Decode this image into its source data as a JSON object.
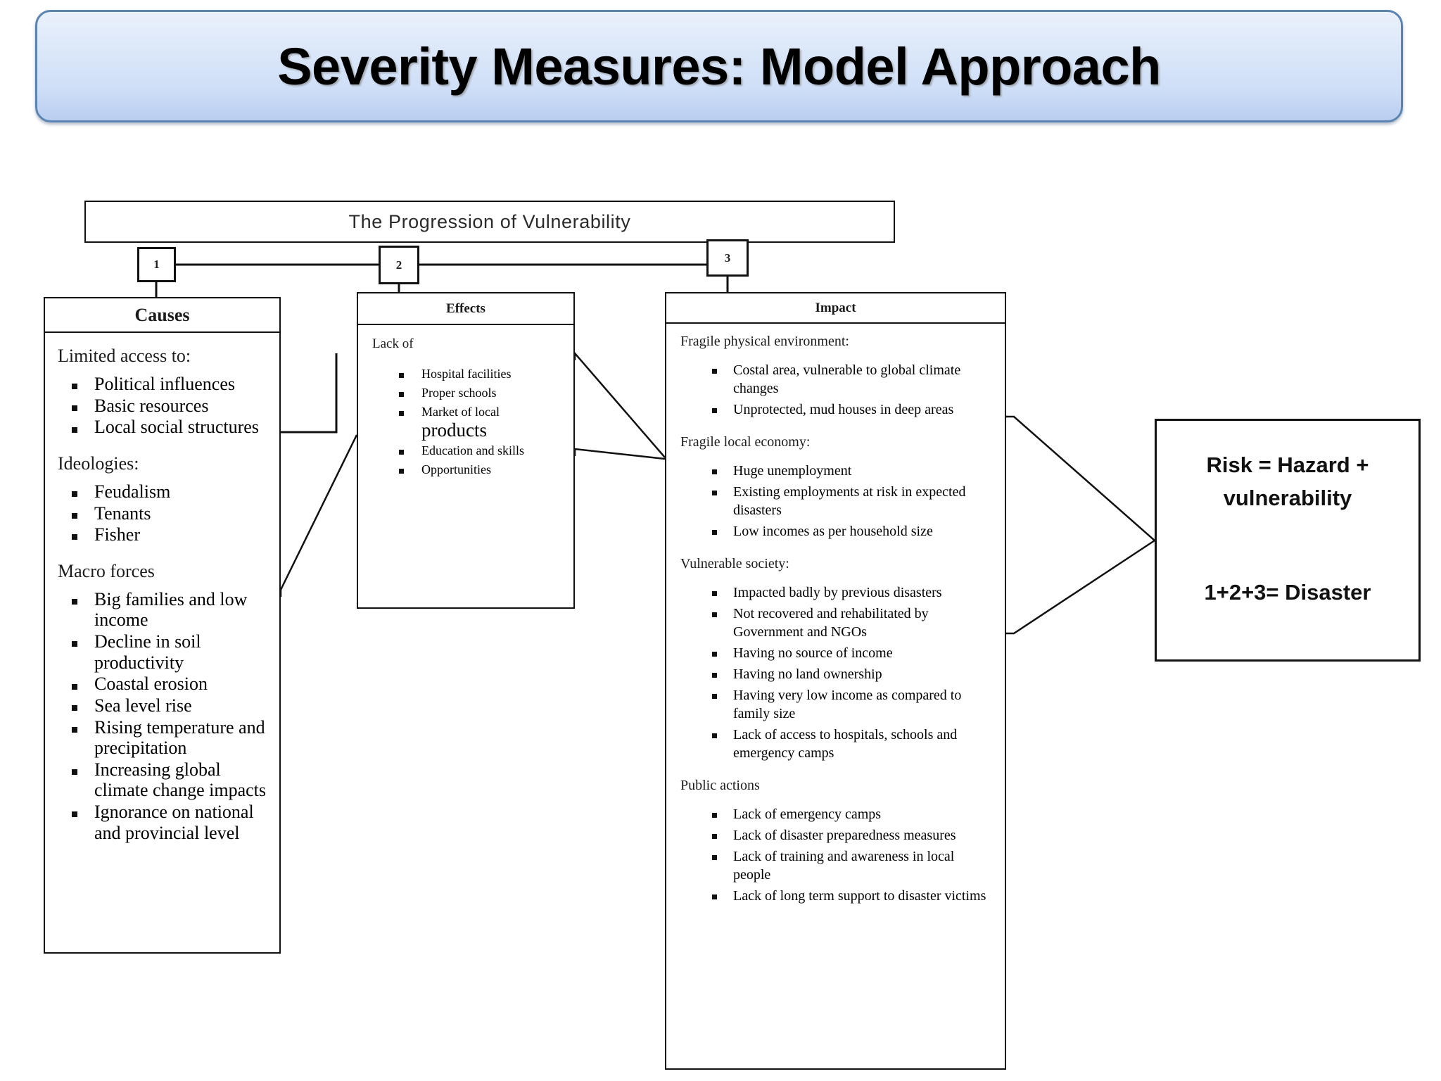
{
  "slide": {
    "title": "Severity Measures: Model Approach",
    "accent_border": "#5b84b1",
    "accent_fill_top": "#eaf1fb",
    "accent_fill_bottom": "#b9cdf0"
  },
  "diagram": {
    "header_bar": {
      "label": "The Progression of Vulnerability"
    },
    "stage_numbers": {
      "one": "1",
      "two": "2",
      "three": "3"
    },
    "causes": {
      "title": "Causes",
      "groups": [
        {
          "lead": "Limited access to:",
          "items": [
            "Political influences",
            "Basic resources",
            "Local social structures"
          ]
        },
        {
          "lead": "Ideologies:",
          "items": [
            "Feudalism",
            "Tenants",
            "Fisher"
          ]
        },
        {
          "lead": "Macro forces",
          "items": [
            "Big families and low income",
            "Decline in soil productivity",
            "Coastal erosion",
            "Sea level rise",
            "Rising temperature and precipitation",
            "Increasing global climate change impacts",
            "Ignorance on national and provincial level"
          ]
        }
      ]
    },
    "effects": {
      "title": "Effects",
      "groups": [
        {
          "lead": "Lack of",
          "items": [
            "Hospital facilities",
            "Proper schools",
            "Market of local",
            "products",
            "Education and skills",
            "Opportunities"
          ]
        }
      ]
    },
    "impact": {
      "title": "Impact",
      "groups": [
        {
          "lead": "Fragile physical environment:",
          "items": [
            "Costal area, vulnerable to global climate changes",
            "Unprotected, mud houses in deep areas"
          ]
        },
        {
          "lead": "Fragile local economy:",
          "items": [
            "Huge unemployment",
            "Existing employments at risk in expected disasters",
            "Low incomes as per household size"
          ]
        },
        {
          "lead": "Vulnerable society:",
          "items": [
            "Impacted badly by previous disasters",
            "Not recovered and rehabilitated by Government and NGOs",
            "Having no source of income",
            "Having no land ownership",
            "Having very low income as compared to family size",
            "Lack of access to hospitals, schools and emergency camps"
          ]
        },
        {
          "lead": "Public actions",
          "items": [
            "Lack of emergency camps",
            "Lack of disaster preparedness measures",
            "Lack of training and awareness in local people",
            "Lack of long term support to disaster victims"
          ]
        }
      ]
    },
    "risk": {
      "line1": "Risk = Hazard + vulnerability",
      "line2": "1+2+3= Disaster"
    }
  }
}
